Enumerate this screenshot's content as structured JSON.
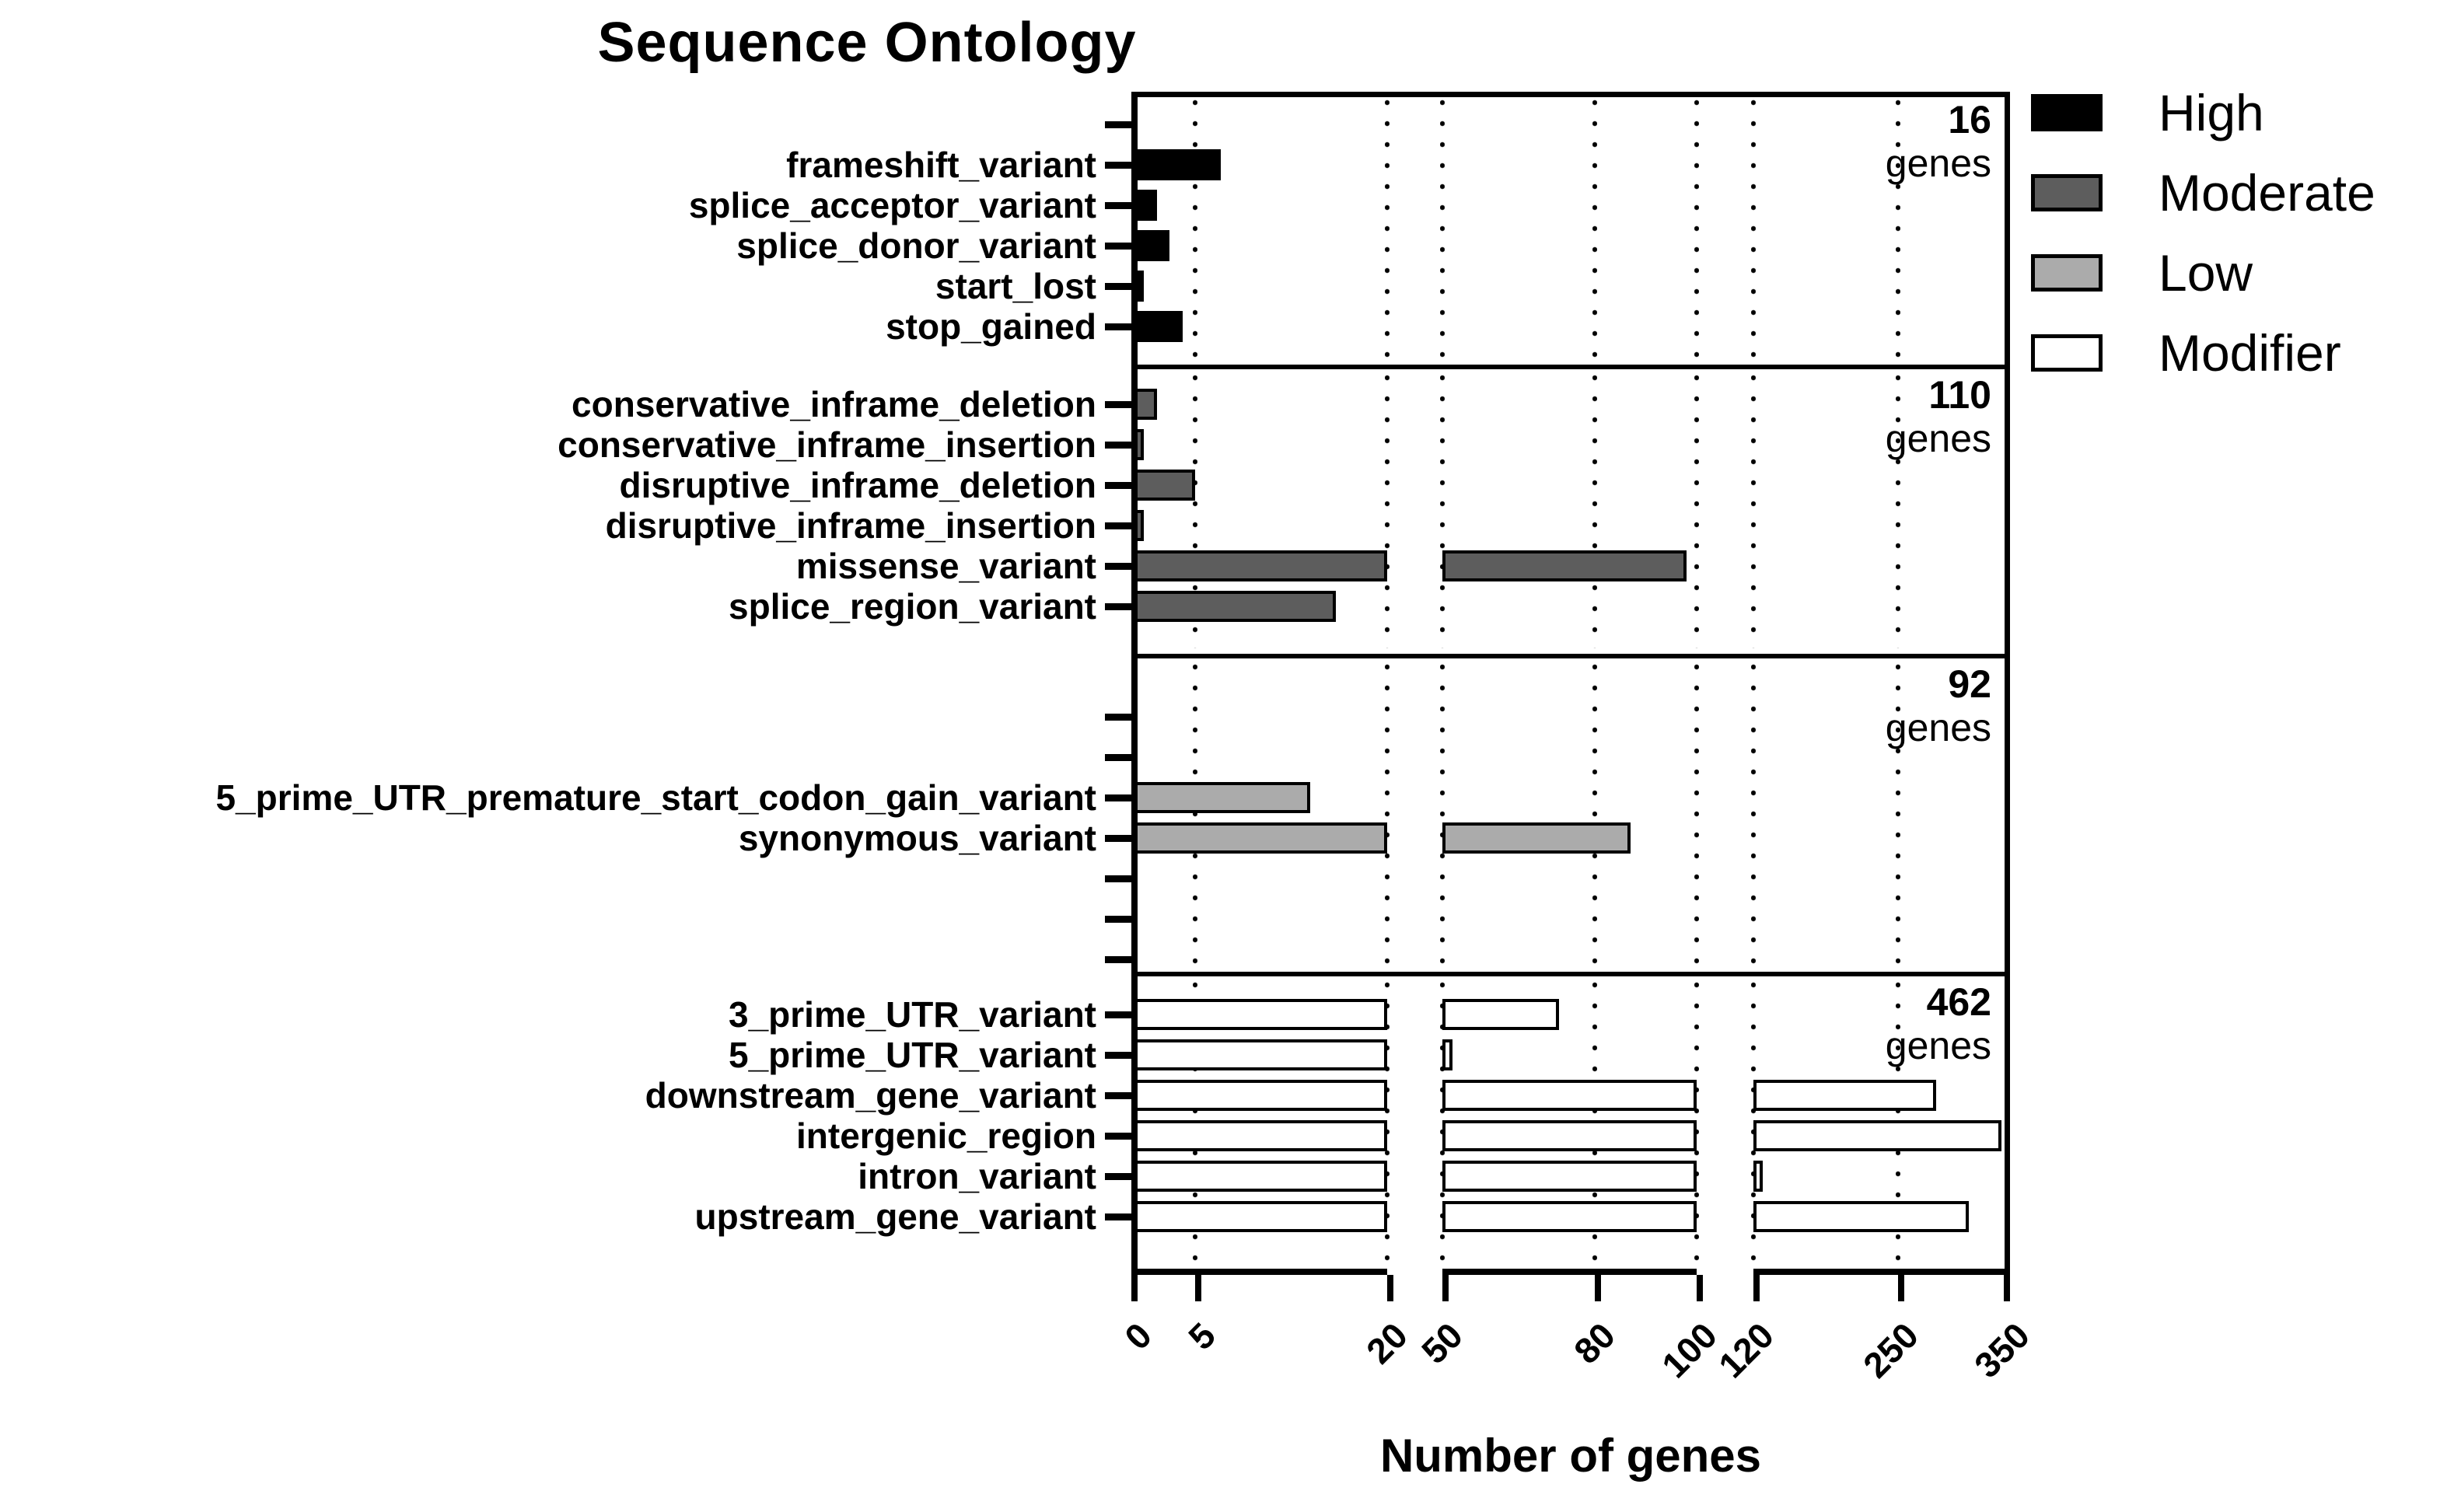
{
  "chart_data": {
    "type": "bar",
    "orientation": "horizontal",
    "title": "Sequence Ontology",
    "xlabel": "Number of genes",
    "x_ticks": [
      "0",
      "5",
      "20",
      "50",
      "80",
      "100",
      "120",
      "250",
      "350"
    ],
    "x_axis_breaks": [
      [
        20,
        50
      ],
      [
        100,
        120
      ]
    ],
    "grid": "dotted vertical gridlines at 5, 20, 50, 80, 100, 120, 250",
    "legend_position": "top-right",
    "legend": [
      {
        "label": "High",
        "color": "#000000"
      },
      {
        "label": "Moderate",
        "color": "#5d5d5d"
      },
      {
        "label": "Low",
        "color": "#ababab"
      },
      {
        "label": "Modifier",
        "color": "#ffffff"
      }
    ],
    "panels": [
      {
        "impact": "High",
        "color": "#000000",
        "genes_count": "16",
        "genes_word": "genes",
        "rows": [
          {
            "label": "",
            "value": null
          },
          {
            "label": "frameshift_variant",
            "value": 7
          },
          {
            "label": "splice_acceptor_variant",
            "value": 2
          },
          {
            "label": "splice_donor_variant",
            "value": 3
          },
          {
            "label": "start_lost",
            "value": 1
          },
          {
            "label": "stop_gained",
            "value": 4
          }
        ]
      },
      {
        "impact": "Moderate",
        "color": "#5d5d5d",
        "genes_count": "110",
        "genes_word": "genes",
        "rows": [
          {
            "label": "conservative_inframe_deletion",
            "value": 2
          },
          {
            "label": "conservative_inframe_insertion",
            "value": 1
          },
          {
            "label": "disruptive_inframe_deletion",
            "value": 5
          },
          {
            "label": "disruptive_inframe_insertion",
            "value": 1
          },
          {
            "label": "missense_variant",
            "value": 98
          },
          {
            "label": "splice_region_variant",
            "value": 16
          }
        ]
      },
      {
        "impact": "Low",
        "color": "#ababab",
        "genes_count": "92",
        "genes_word": "genes",
        "rows": [
          {
            "label": "",
            "value": null
          },
          {
            "label": "",
            "value": null
          },
          {
            "label": "5_prime_UTR_premature_start_codon_gain_variant",
            "value": 14
          },
          {
            "label": "synonymous_variant",
            "value": 87
          },
          {
            "label": "",
            "value": null
          },
          {
            "label": "",
            "value": null
          },
          {
            "label": "",
            "value": null
          }
        ]
      },
      {
        "impact": "Modifier",
        "color": "#ffffff",
        "genes_count": "462",
        "genes_word": "genes",
        "rows": [
          {
            "label": "3_prime_UTR_variant",
            "value": 73
          },
          {
            "label": "5_prime_UTR_variant",
            "value": 52
          },
          {
            "label": "downstream_gene_variant",
            "value": 284
          },
          {
            "label": "intergenic_region",
            "value": 343
          },
          {
            "label": "intron_variant",
            "value": 121
          },
          {
            "label": "upstream_gene_variant",
            "value": 314
          }
        ]
      }
    ]
  }
}
